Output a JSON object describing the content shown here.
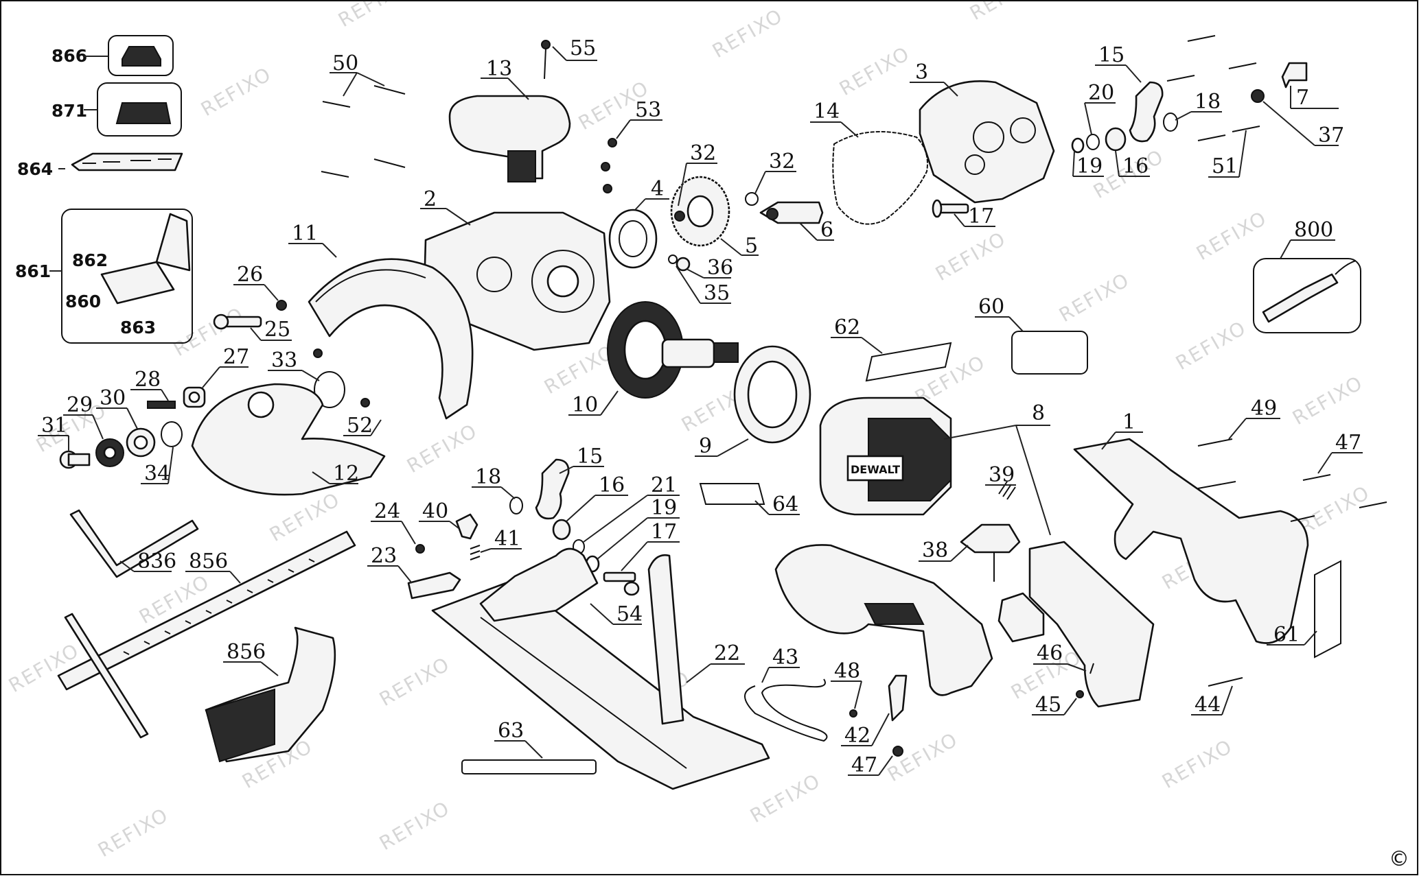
{
  "labels": {
    "l866": "866",
    "l871": "871",
    "l864": "864",
    "l861": "861",
    "l862": "862",
    "l860": "860",
    "l863": "863",
    "l50": "50",
    "l55": "55",
    "l13": "13",
    "l53": "53",
    "l2": "2",
    "l11": "11",
    "l26": "26",
    "l25": "25",
    "l27": "27",
    "l28": "28",
    "l33": "33",
    "l29": "29",
    "l30": "30",
    "l31": "31",
    "l34": "34",
    "l52": "52",
    "l12": "12",
    "l4": "4",
    "l32a": "32",
    "l32b": "32",
    "l5": "5",
    "l6": "6",
    "l36": "36",
    "l35": "35",
    "l14": "14",
    "l3": "3",
    "l15a": "15",
    "l20": "20",
    "l18a": "18",
    "l7": "7",
    "l37": "37",
    "l19a": "19",
    "l16a": "16",
    "l51": "51",
    "l17a": "17",
    "l800": "800",
    "l60": "60",
    "l62": "62",
    "l10": "10",
    "l9": "9",
    "l8": "8",
    "l1": "1",
    "l49": "49",
    "l47a": "47",
    "l39": "39",
    "l38": "38",
    "l64": "64",
    "l15b": "15",
    "l18b": "18",
    "l16b": "16",
    "l21": "21",
    "l19b": "19",
    "l17b": "17",
    "l24": "24",
    "l40": "40",
    "l41": "41",
    "l23": "23",
    "l54": "54",
    "l22": "22",
    "l836": "836",
    "l856a": "856",
    "l856b": "856",
    "l63": "63",
    "l43": "43",
    "l48": "48",
    "l42": "42",
    "l47b": "47",
    "l46": "46",
    "l45": "45",
    "l44": "44",
    "l61": "61"
  },
  "brand_text": "DEWALT",
  "watermark_text": "REFIXO",
  "copyright_mark": "©"
}
